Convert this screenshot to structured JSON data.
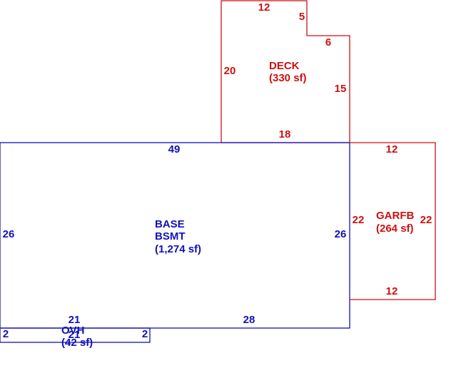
{
  "colors": {
    "red": "#cc1111",
    "blue": "#1111bb"
  },
  "deck": {
    "dims": {
      "top": "12",
      "notch_down": "5",
      "notch_right": "6",
      "left": "20",
      "right": "15",
      "bottom": "18"
    },
    "name": "DECK",
    "area": "(330 sf)"
  },
  "base": {
    "dims": {
      "top": "49",
      "left": "26",
      "right": "26",
      "bottom": "28"
    },
    "name_line1": "BASE",
    "name_line2": "BSMT",
    "area": "(1,274 sf)"
  },
  "garage": {
    "dims": {
      "top": "12",
      "left": "22",
      "right": "22",
      "bottom": "12"
    },
    "name": "GARFB",
    "area": "(264 sf)"
  },
  "overhang": {
    "dims": {
      "top": "21",
      "bottom": "21",
      "left": "2",
      "right": "2"
    },
    "name": "OVH",
    "area": "(42 sf)"
  }
}
